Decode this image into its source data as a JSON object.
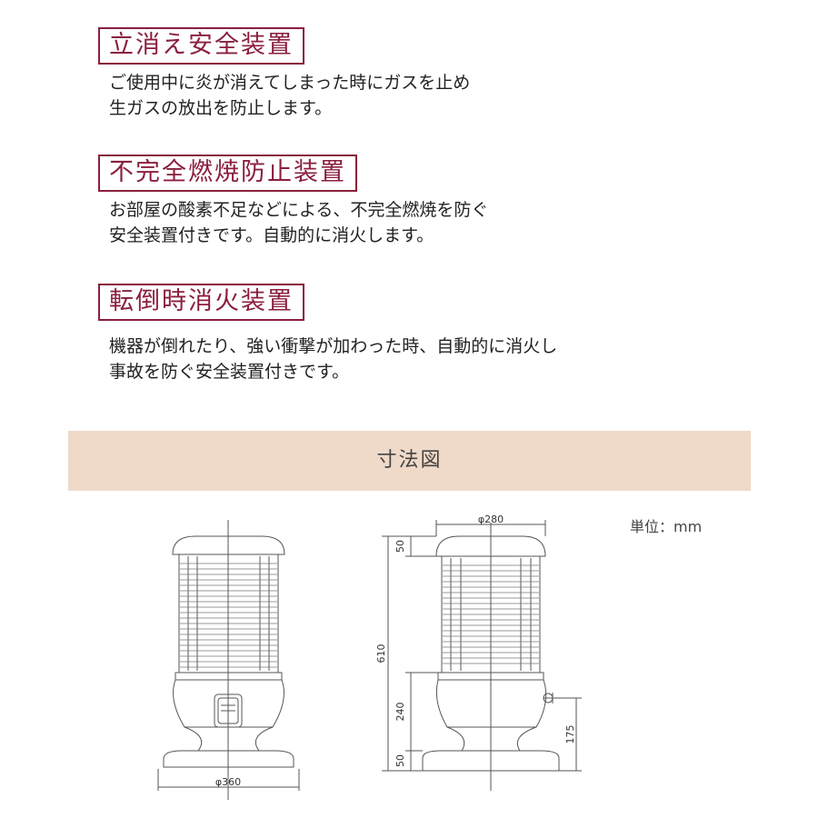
{
  "features": [
    {
      "title": "立消え安全装置",
      "lines": [
        "ご使用中に炎が消えてしまった時にガスを止め",
        "生ガスの放出を防止します。"
      ]
    },
    {
      "title": "不完全燃焼防止装置",
      "lines": [
        "お部屋の酸素不足などによる、不完全燃焼を防ぐ",
        "安全装置付きです。自動的に消火します。"
      ]
    },
    {
      "title": "転倒時消火装置",
      "lines": [
        "機器が倒れたり、強い衝撃が加わった時、自動的に消火し",
        "事故を防ぐ安全装置付きです。"
      ]
    }
  ],
  "dimensions_section": {
    "title": "寸法図",
    "unit_label": "単位：mm",
    "labels": {
      "base_diameter": "φ360",
      "top_diameter": "φ280",
      "total_height": "610",
      "top_cap_height": "50",
      "body_height": "240",
      "base_height": "50",
      "knob_height": "175"
    }
  },
  "colors": {
    "accent": "#8a1f3d",
    "band": "#efd9c8"
  }
}
